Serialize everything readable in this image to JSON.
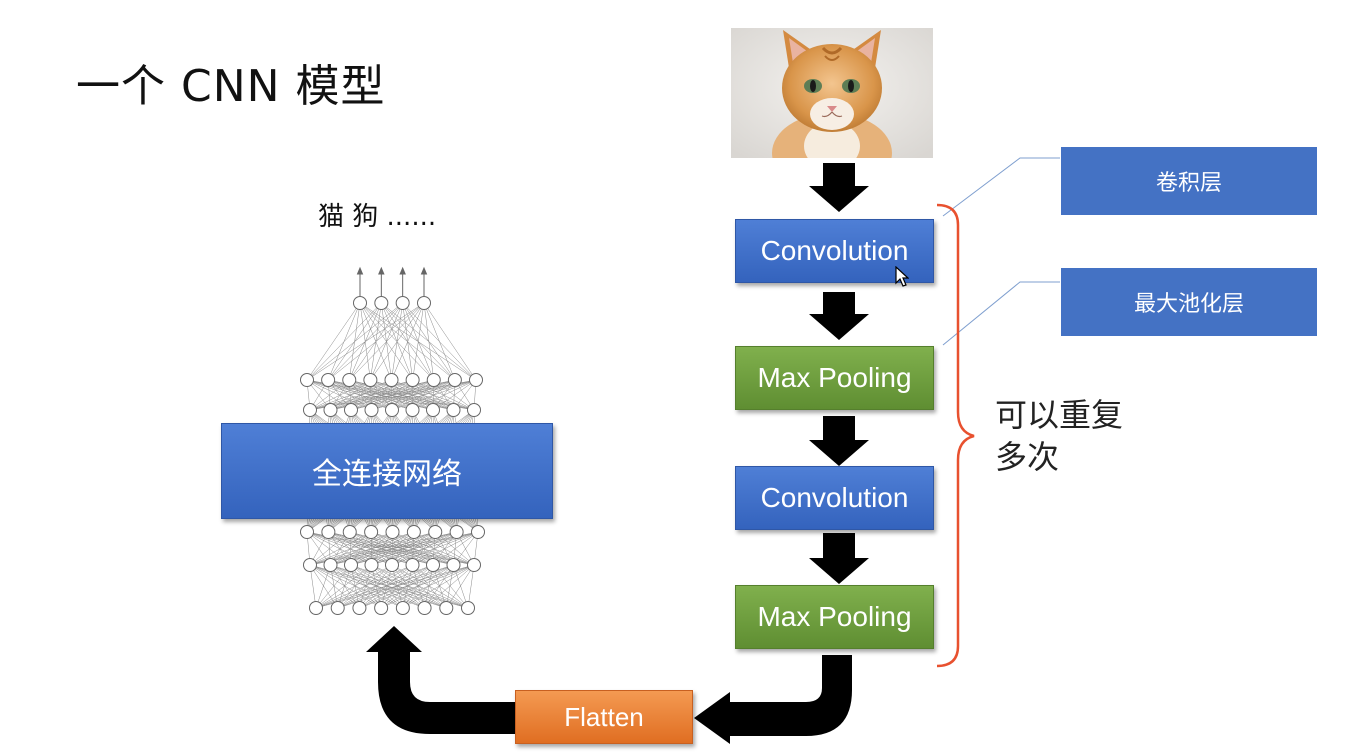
{
  "title": "一个 CNN 模型",
  "output_label": "猫 狗 ......",
  "fully_connected_label": "全连接网络",
  "pipeline": {
    "step1": "Convolution",
    "step2": "Max Pooling",
    "step3": "Convolution",
    "step4": "Max Pooling",
    "flatten": "Flatten"
  },
  "callouts": {
    "conv_layer": "卷积层",
    "max_pool_layer": "最大池化层"
  },
  "repeat_note": {
    "line1": "可以重复",
    "line2": "多次"
  },
  "colors": {
    "conv_blue": "#4472c4",
    "pool_green": "#70ad47",
    "flatten_orange": "#ed7d31",
    "brace_red": "#e8512f"
  },
  "icons": {
    "input_image": "cat-photo",
    "arrows": "down-arrow-icon",
    "cursor": "cursor-icon"
  }
}
